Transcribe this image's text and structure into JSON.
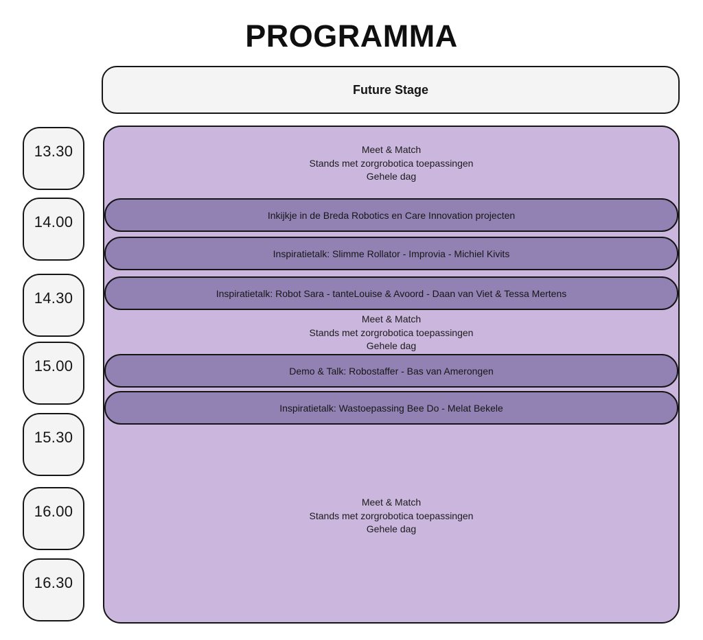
{
  "page": {
    "title": "PROGRAMMA"
  },
  "stage": {
    "label": "Future Stage"
  },
  "timeline": {
    "times": [
      "13.30",
      "14.00",
      "14.30",
      "15.00",
      "15.30",
      "16.00",
      "16.30"
    ]
  },
  "schedule": {
    "open_blocks": [
      {
        "line1": "Meet & Match",
        "line2": "Stands met zorgrobotica toepassingen",
        "line3": "Gehele dag"
      },
      {
        "line1": "Meet & Match",
        "line2": "Stands met zorgrobotica toepassingen",
        "line3": "Gehele dag"
      },
      {
        "line1": "Meet & Match",
        "line2": "Stands met zorgrobotica toepassingen",
        "line3": "Gehele dag"
      }
    ],
    "events": [
      {
        "label": "Inkijkje in de Breda Robotics en Care Innovation projecten"
      },
      {
        "label": "Inspiratietalk: Slimme Rollator - Improvia - Michiel Kivits"
      },
      {
        "label": "Inspiratietalk: Robot Sara - tanteLouise & Avoord - Daan van Viet & Tessa Mertens"
      },
      {
        "label": "Demo & Talk: Robostaffer - Bas van Amerongen"
      },
      {
        "label": "Inspiratietalk: Wastoepassing Bee Do - Melat Bekele"
      }
    ]
  },
  "colors": {
    "light_purple": "#cbb6de",
    "dark_purple": "#9282b4",
    "box_gray": "#f4f4f4",
    "border_black": "#151515"
  }
}
